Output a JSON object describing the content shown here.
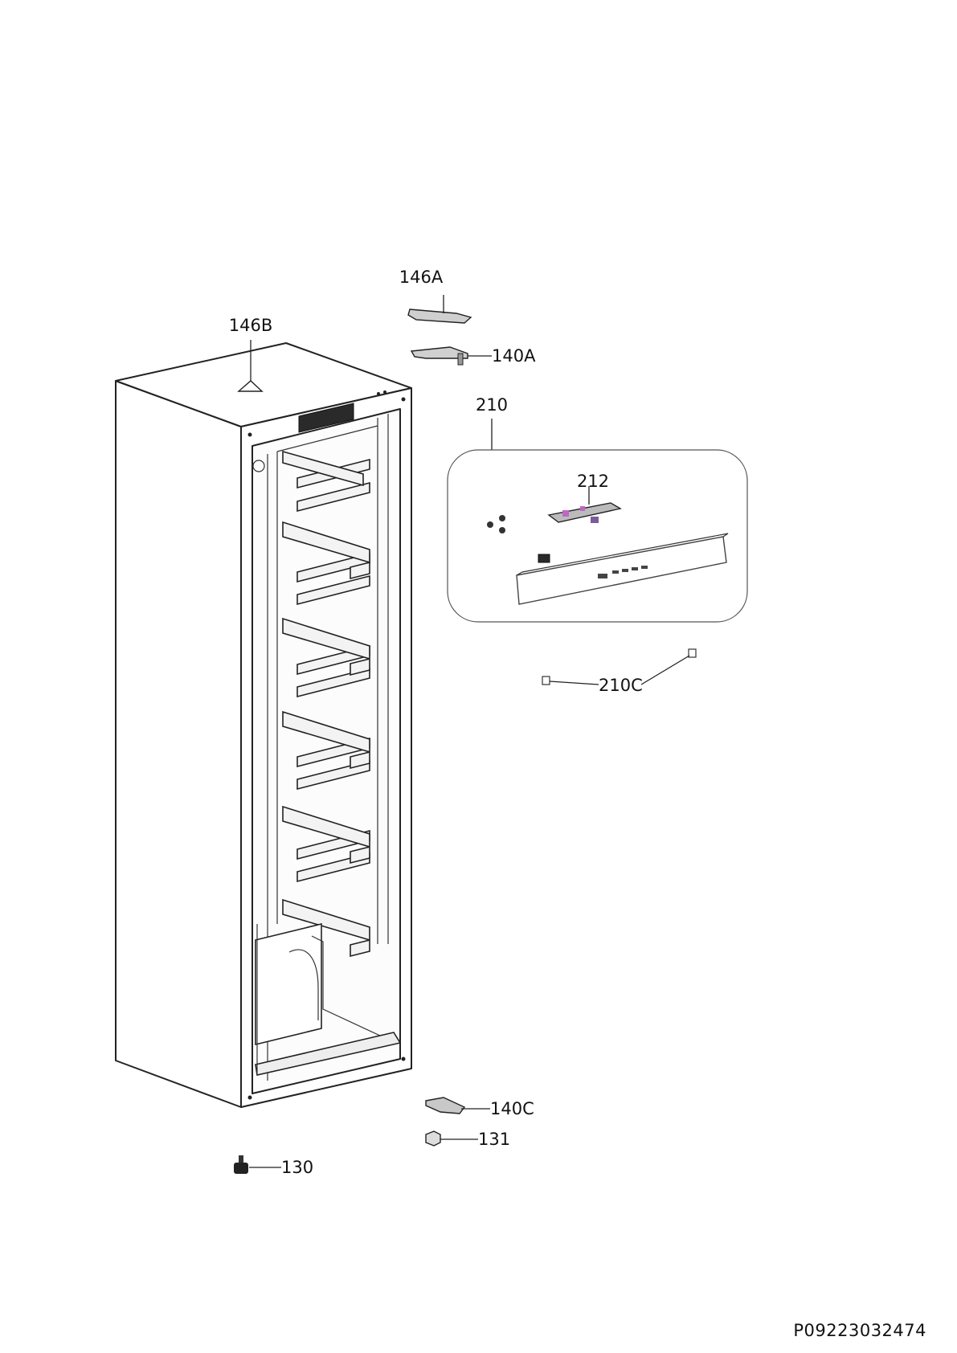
{
  "labels": {
    "l146A": "146A",
    "l146B": "146B",
    "l140A": "140A",
    "l210": "210",
    "l212": "212",
    "l210C": "210C",
    "l140C": "140C",
    "l131": "131",
    "l130": "130"
  },
  "document_code": "P09223032474"
}
